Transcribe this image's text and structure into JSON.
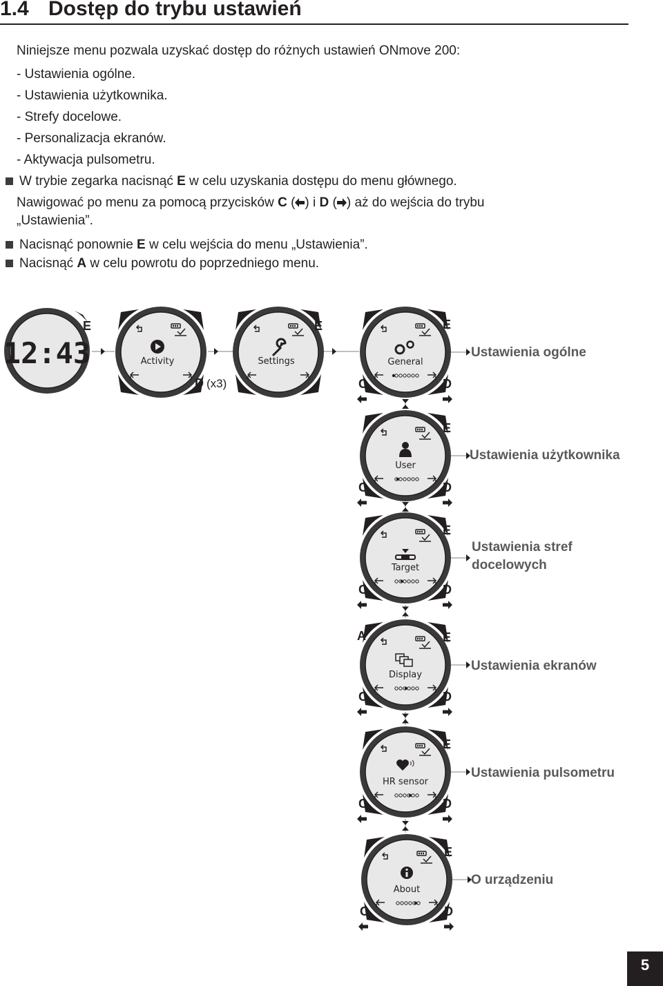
{
  "section": {
    "number": "1.4",
    "title": "Dostęp do trybu ustawień"
  },
  "intro": "Niniejsze menu pozwala uzyskać dostęp do różnych ustawień ONmove 200:",
  "list_items": [
    "- Ustawienia ogólne.",
    "- Ustawienia użytkownika.",
    "- Strefy docelowe.",
    "- Personalizacja ekranów.",
    "- Aktywacja pulsometru."
  ],
  "step1": {
    "before": "W trybie zegarka nacisnąć ",
    "key": "E",
    "after": " w celu uzyskania dostępu do menu głównego."
  },
  "step1b": {
    "before": "Nawigować po menu za pomocą przycisków ",
    "key_c": "C",
    "mid1": " (",
    "mid2": ") i ",
    "key_d": "D",
    "mid3": " (",
    "after": ") aż do wejścia do trybu"
  },
  "step1c": "„Ustawienia”.",
  "step2": {
    "before": "Nacisnąć ponownie ",
    "key": "E",
    "after": " w celu wejścia do menu „Ustawienia”."
  },
  "step3": {
    "before": "Nacisnąć ",
    "key": "A",
    "after": " w celu powrotu do poprzedniego menu."
  },
  "diagram": {
    "clock_time": "12:43",
    "screens": {
      "activity": "Activity",
      "settings": "Settings",
      "general": "General",
      "user": "User",
      "target": "Target",
      "display": "Display",
      "hr_sensor": "HR sensor",
      "about": "About"
    },
    "keys": {
      "a": "A",
      "c": "C",
      "d": "D",
      "e": "E"
    },
    "press_d_x3": "(x3)",
    "results": {
      "general": "Ustawienia ogólne",
      "user": "Ustawienia użytkownika",
      "target_line1": "Ustawienia stref",
      "target_line2": "docelowych",
      "display": "Ustawienia ekranów",
      "hr_sensor": "Ustawienia pulsometru",
      "about": "O urządzeniu"
    }
  },
  "page_number": "5"
}
